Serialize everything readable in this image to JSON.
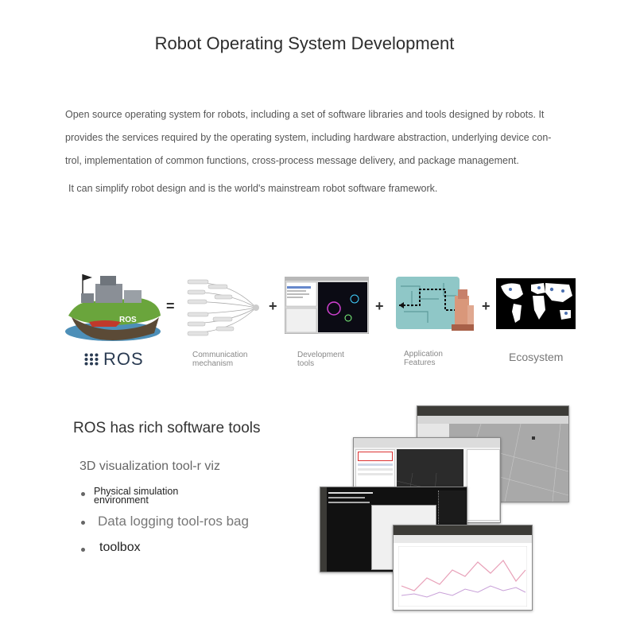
{
  "page": {
    "title": "Robot Operating System Development",
    "intro_lines": [
      "Open source operating system for robots, including a set of software libraries and tools designed by robots. It",
      "provides the services required by the operating system, including hardware abstraction, underlying device con-",
      "trol, implementation of common functions, cross-process message delivery, and package management."
    ],
    "intro_extra": "It can simplify robot design and is the world's mainstream robot software framework."
  },
  "equation": {
    "logo_text": "ROS",
    "equals": "=",
    "plus": "+",
    "items": [
      {
        "caption_line1": "Communication",
        "caption_line2": "mechanism"
      },
      {
        "caption_line1": "Development",
        "caption_line2": "tools"
      },
      {
        "caption_line1": "Application",
        "caption_line2": "Features"
      },
      {
        "caption": "Ecosystem"
      }
    ]
  },
  "tools": {
    "heading": "ROS has rich software tools",
    "items": [
      "3D visualization tool-r viz",
      "Physical simulation environment",
      "Data logging tool-ros bag",
      "toolbox"
    ]
  },
  "colors": {
    "ros_navy": "#2a3b52",
    "map_teal": "#8fc7c7",
    "grass_green": "#6aa53c",
    "robot_green": "#22bb22",
    "plot_pink": "#e8a0b8",
    "ubuntu_bar": "#3c3b37"
  }
}
